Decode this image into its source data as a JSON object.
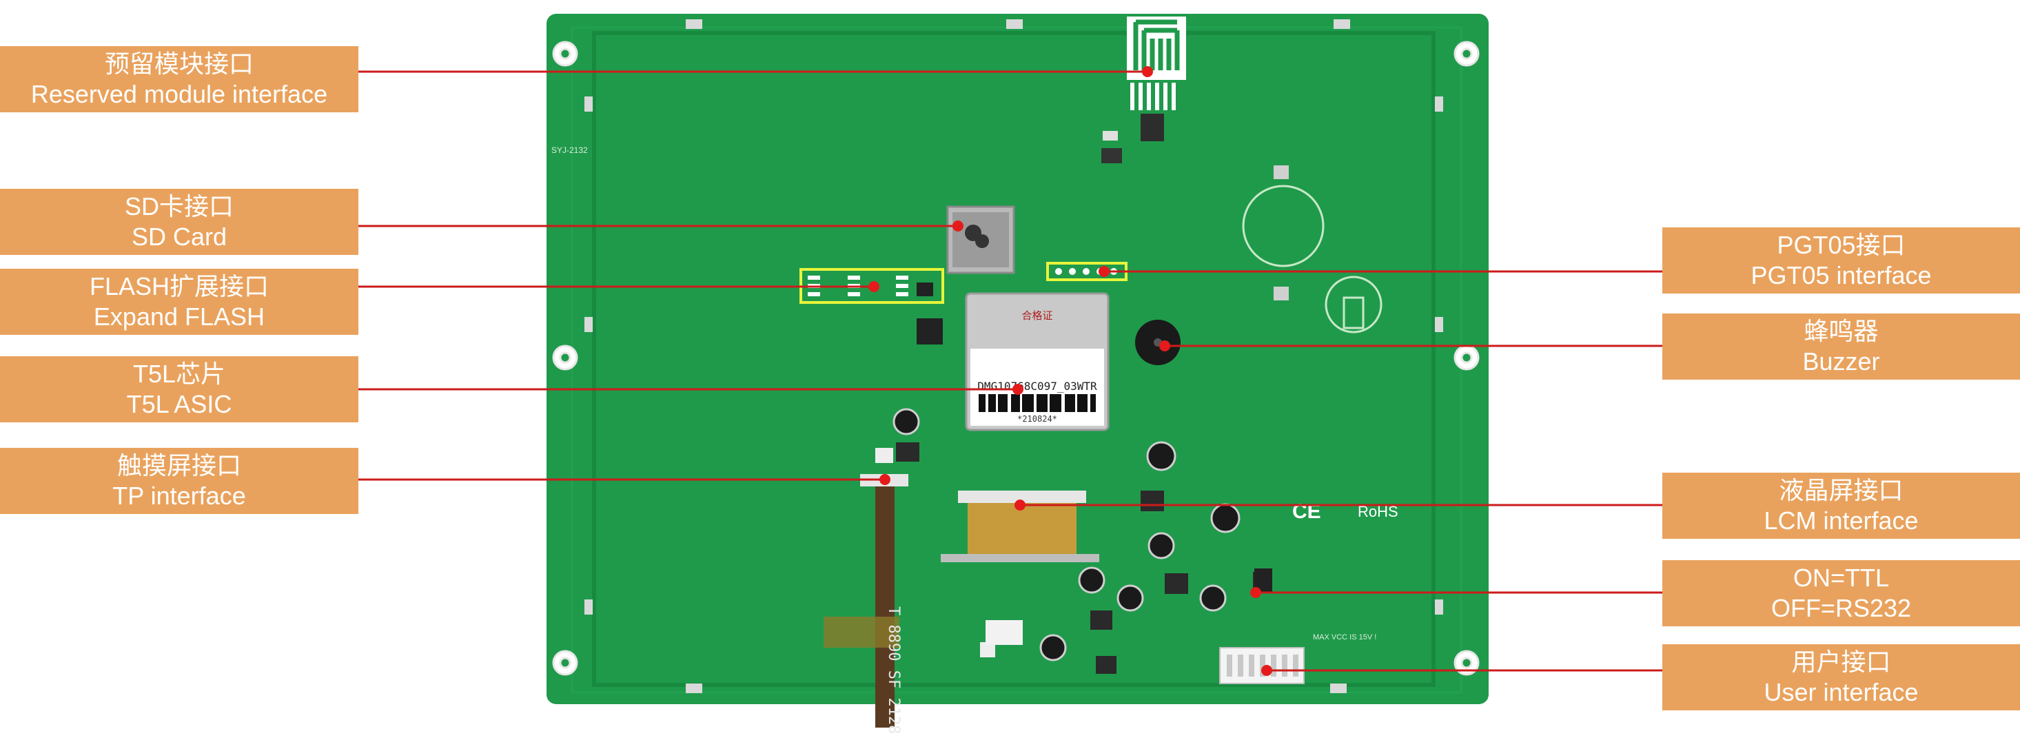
{
  "labels_left": [
    {
      "zh": "预留模块接口",
      "en": "Reserved module interface"
    },
    {
      "zh": "SD卡接口",
      "en": "SD Card"
    },
    {
      "zh": "FLASH扩展接口",
      "en": "Expand FLASH"
    },
    {
      "zh": "T5L芯片",
      "en": "T5L ASIC"
    },
    {
      "zh": "触摸屏接口",
      "en": "TP interface"
    }
  ],
  "labels_right": [
    {
      "zh": "PGT05接口",
      "en": "PGT05 interface"
    },
    {
      "zh": "蜂鸣器",
      "en": "Buzzer"
    },
    {
      "zh": "液晶屏接口",
      "en": "LCM interface"
    },
    {
      "zh": "ON=TTL",
      "en": "OFF=RS232"
    },
    {
      "zh": "用户接口",
      "en": "User interface"
    }
  ],
  "board_markings": {
    "chip_sticker_top": "合格证",
    "chip_part": "DMG10768C097_03WTR",
    "chip_date": "*210824*",
    "fpc_text": "T 8890 SF 2128",
    "ce_mark": "CE",
    "rohs_mark": "RoHS",
    "pcb_id": "SYJ-2132",
    "power_note": "MAX VCC IS 15V !"
  },
  "colors": {
    "label_bg": "#e9a25d",
    "pcb_green": "#1f9a4b",
    "pointer_red": "#cc1b1b",
    "highlight_yellow": "#e8f53a"
  }
}
